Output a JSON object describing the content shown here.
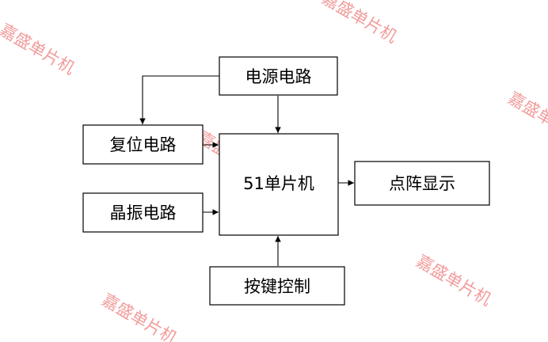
{
  "diagram": {
    "nodes": {
      "power": "电源电路",
      "reset": "复位电路",
      "crystal": "晶振电路",
      "mcu": "51单片机",
      "display": "点阵显示",
      "keys": "按键控制"
    },
    "watermark": "嘉盛单片机"
  }
}
